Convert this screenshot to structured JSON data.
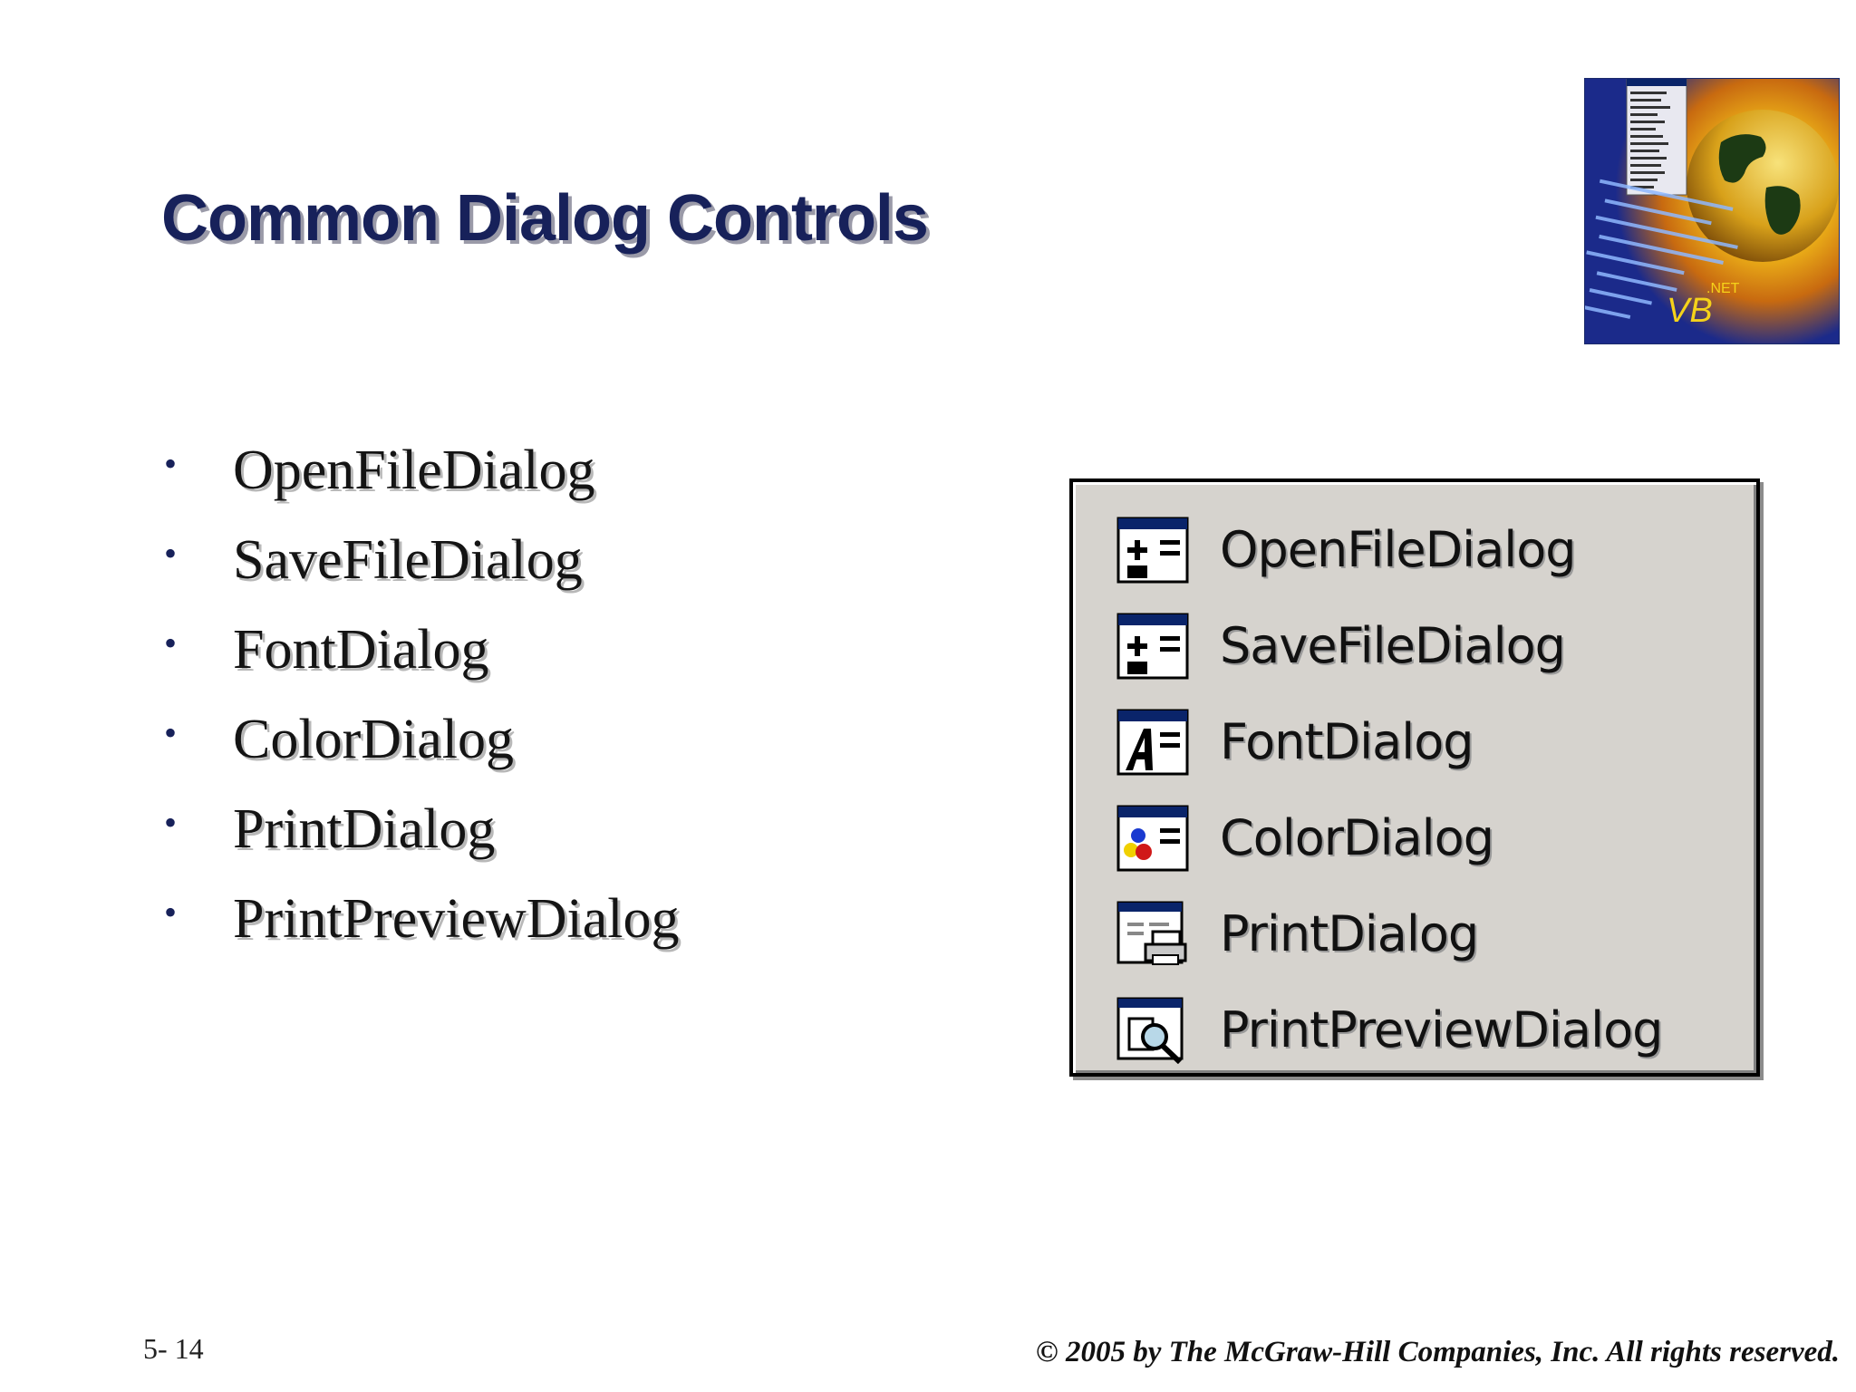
{
  "slide": {
    "title": "Common Dialog Controls",
    "bullets": [
      "OpenFileDialog",
      "SaveFileDialog",
      "FontDialog",
      "ColorDialog",
      "PrintDialog",
      "PrintPreviewDialog"
    ],
    "bullet_glyph": "•",
    "toolbox_items": [
      {
        "label": "OpenFileDialog",
        "icon": "open-file-dialog-icon"
      },
      {
        "label": "SaveFileDialog",
        "icon": "save-file-dialog-icon"
      },
      {
        "label": "FontDialog",
        "icon": "font-dialog-icon"
      },
      {
        "label": "ColorDialog",
        "icon": "color-dialog-icon"
      },
      {
        "label": "PrintDialog",
        "icon": "print-dialog-icon"
      },
      {
        "label": "PrintPreviewDialog",
        "icon": "print-preview-dialog-icon"
      }
    ],
    "logo": {
      "icon": "vb-net-globe-logo",
      "text": "VB .NET"
    },
    "footer": {
      "slide_number": "5- 14",
      "copyright": "© 2005 by The McGraw-Hill Companies, Inc. All rights reserved."
    }
  },
  "colors": {
    "title": "#17215a",
    "toolbox_bg": "#d6d3ce",
    "logo_bg": "#1b2a8a"
  }
}
